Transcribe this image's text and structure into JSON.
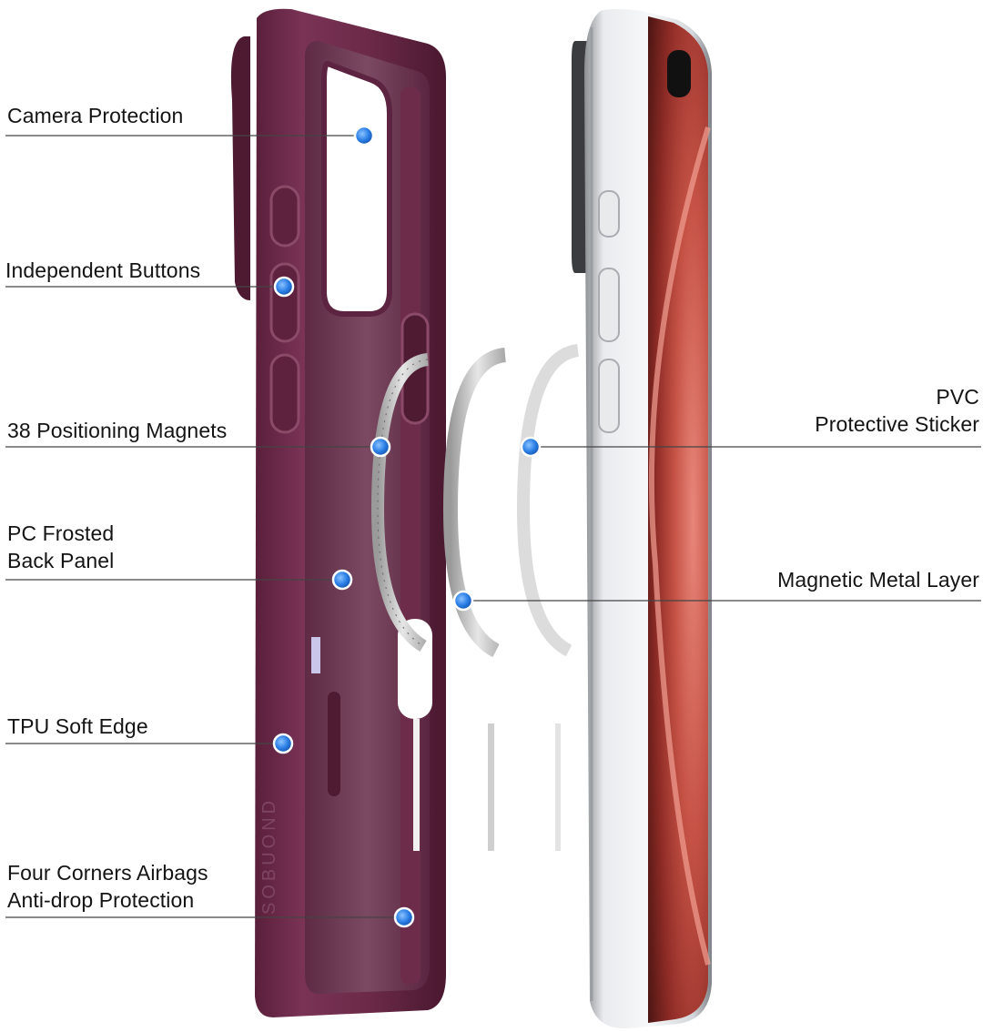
{
  "labels": {
    "camera_protection": "Camera Protection",
    "independent_buttons": "Independent Buttons",
    "positioning_magnets": "38 Positioning Magnets",
    "pc_frosted_line1": "PC Frosted",
    "pc_frosted_line2": "Back Panel",
    "tpu_soft_edge": "TPU Soft Edge",
    "four_corners_line1": "Four Corners Airbags",
    "four_corners_line2": "Anti-drop Protection",
    "pvc_line1": "PVC",
    "pvc_line2": "Protective Sticker",
    "magnetic_metal_layer": "Magnetic Metal Layer"
  },
  "case_brand_text": "SOBUOND",
  "colors": {
    "case": "#6b2a47",
    "case_dark": "#4e1b33",
    "callout_dot": "#2b7fe6",
    "callout_line": "#444444",
    "phone_frame": "#cfd2d6",
    "screen": "#b3473f"
  }
}
